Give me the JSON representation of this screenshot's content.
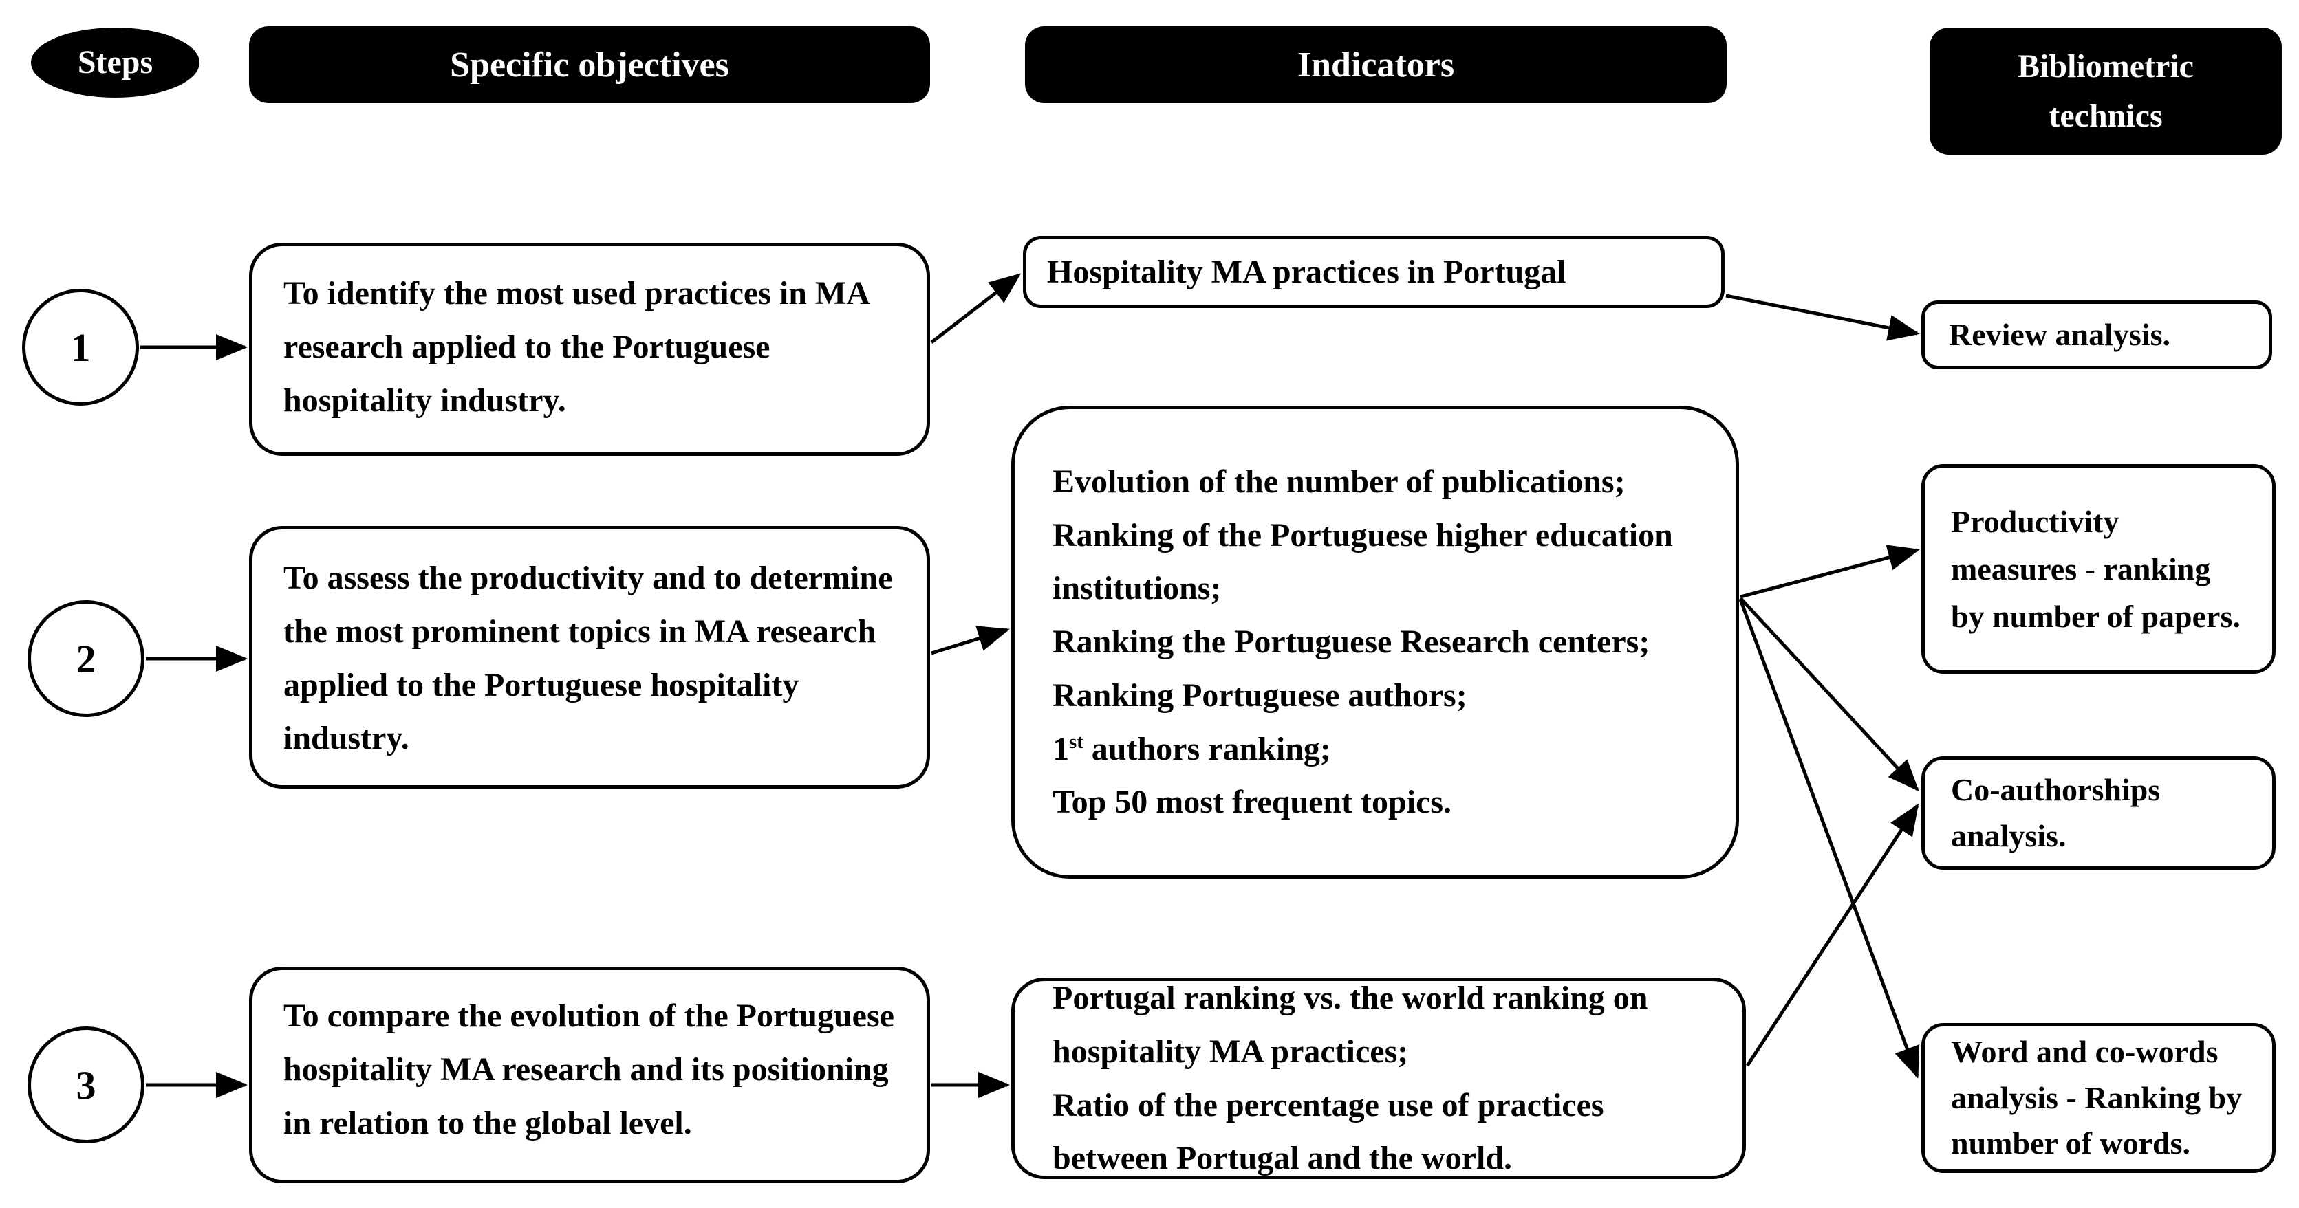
{
  "header": {
    "steps_label": "Steps",
    "objectives_label": "Specific objectives",
    "indicators_label": "Indicators",
    "technics_label_line1": "Bibliometric",
    "technics_label_line2": "technics"
  },
  "steps": [
    {
      "number": "1",
      "objective": "To identify the most used practices in MA research applied to the Portuguese hospitality industry."
    },
    {
      "number": "2",
      "objective": "To assess the productivity and to determine the most prominent topics in MA research applied to the Portuguese hospitality industry."
    },
    {
      "number": "3",
      "objective": "To compare the evolution of the Portuguese hospitality MA research and its positioning in relation to the global level."
    }
  ],
  "indicators": {
    "step1": "Hospitality MA practices in Portugal",
    "step2_lines": [
      "Evolution of the number of publications;",
      "Ranking of the Portuguese higher education institutions;",
      "Ranking the Portuguese Research centers;",
      "Ranking Portuguese authors;"
    ],
    "step2_line5": {
      "base": "1",
      "sup": "st",
      "rest": " authors ranking;"
    },
    "step2_line6": "Top 50 most frequent topics.",
    "step3": "Portugal ranking vs. the world ranking on hospitality MA practices;\nRatio of the percentage use of practices between Portugal and the world."
  },
  "technics": {
    "review": "Review analysis.",
    "productivity": "Productivity measures - ranking by number of papers.",
    "coauthorships": "Co-authorships analysis.",
    "words": "Word and co-words analysis - Ranking by number of words."
  },
  "colors": {
    "ink": "#000000",
    "paper": "#ffffff"
  }
}
